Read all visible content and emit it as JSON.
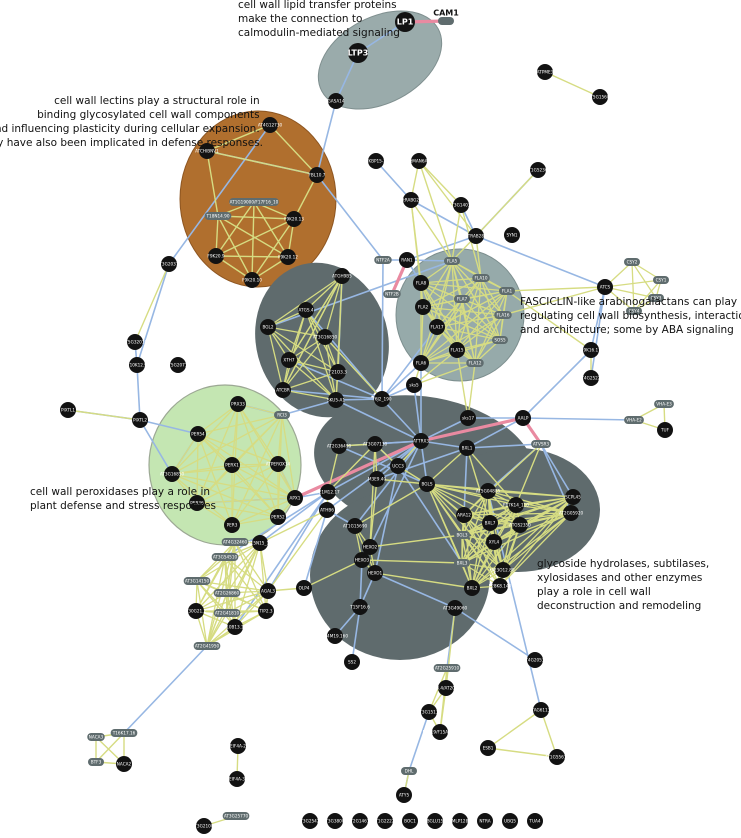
{
  "annotations": {
    "a1": [
      "cell wall lipid transfer proteins",
      "make the connection to",
      "calmodulin-mediated signaling"
    ],
    "a2": [
      "cell wall lectins play a structural role in",
      "binding glycosylated cell wall components",
      "and influencing plasticity during cellular expansion.",
      "They have also been implicated in defense responses."
    ],
    "a3": [
      "FASCICLIN-like arabinogalactans can play a role in",
      "regulating cell wall biosynthesis, interactions",
      "and architecture;  some by ABA signaling"
    ],
    "a4": [
      "cell wall peroxidases play a role in",
      "plant defense and stress responses"
    ],
    "a5": [
      "glycoside hydrolases, subtilases,",
      "xylosidases and other enzymes",
      "play a role in cell wall",
      "deconstruction and remodeling"
    ]
  },
  "nodes": [
    {
      "id": "LP1",
      "label": "LP1"
    },
    {
      "id": "CAM1",
      "label": "CAM1"
    },
    {
      "id": "LTP3",
      "label": "LTP3"
    },
    {
      "id": "GASA14",
      "label": "GASA14"
    },
    {
      "id": "ATPME3",
      "label": "ATPME3"
    },
    {
      "id": "AT5G15600",
      "label": "AT5G15600"
    },
    {
      "id": "AT4G12730",
      "label": "AT4G12730"
    },
    {
      "id": "ATCHIBNV1",
      "label": "ATCHIBNV1"
    },
    {
      "id": "FBL10.7",
      "label": "FBL10.7"
    },
    {
      "id": "AT1G19000",
      "label": "AT1G19000/F17F16_10"
    },
    {
      "id": "T18N14.90",
      "label": "T18N14.90"
    },
    {
      "id": "F9K20.13",
      "label": "F9K20.13"
    },
    {
      "id": "F9K20.9",
      "label": "F9K20.9"
    },
    {
      "id": "F9K20.12",
      "label": "F9K20.12"
    },
    {
      "id": "F9K20.10",
      "label": "F9K20.10"
    },
    {
      "id": "FKBP15-2",
      "label": "FKBP15-2"
    },
    {
      "id": "AtMAN6A4",
      "label": "AtMAN6A4"
    },
    {
      "id": "AT1G52360",
      "label": "AT1G52360"
    },
    {
      "id": "AtRABG2E",
      "label": "AtRABG2E"
    },
    {
      "id": "AT3G14030",
      "label": "AT3G14030"
    },
    {
      "id": "SYN1",
      "label": "SYN1"
    },
    {
      "id": "ATRAB28B",
      "label": "ATRAB28B"
    },
    {
      "id": "CSY2",
      "label": "CSY2"
    },
    {
      "id": "CSY1",
      "label": "CSY1"
    },
    {
      "id": "CSY3",
      "label": "CSY3"
    },
    {
      "id": "CSY4",
      "label": "CSY4"
    },
    {
      "id": "ATCS",
      "label": "ATCS"
    },
    {
      "id": "AT3G20370",
      "label": "AT3G20370"
    },
    {
      "id": "NTF2A",
      "label": "NTF2A"
    },
    {
      "id": "RAN1",
      "label": "RAN1"
    },
    {
      "id": "NTF2B",
      "label": "NTF2B"
    },
    {
      "id": "FLA5",
      "label": "FLA5"
    },
    {
      "id": "FLA10",
      "label": "FLA10"
    },
    {
      "id": "FLA8",
      "label": "FLA8"
    },
    {
      "id": "FLA2",
      "label": "FLA2"
    },
    {
      "id": "FLA7",
      "label": "FLA7"
    },
    {
      "id": "FLA1",
      "label": "FLA1"
    },
    {
      "id": "FLA17",
      "label": "FLA17"
    },
    {
      "id": "FLA16",
      "label": "FLA16"
    },
    {
      "id": "SOS5",
      "label": "SOS5"
    },
    {
      "id": "FLA15",
      "label": "FLA15"
    },
    {
      "id": "FLA6",
      "label": "FLA6"
    },
    {
      "id": "FLA12",
      "label": "FLA12"
    },
    {
      "id": "T19K16.17A",
      "label": "T19K16.17A"
    },
    {
      "id": "AT4G25220",
      "label": "AT4G25220"
    },
    {
      "id": "ATGH9B5",
      "label": "ATGH9B5"
    },
    {
      "id": "BGL2",
      "label": "BGL2"
    },
    {
      "id": "ATGS.4",
      "label": "ATGS.4"
    },
    {
      "id": "AT3G16850",
      "label": "AT3G16850"
    },
    {
      "id": "XTH7",
      "label": "XTH7"
    },
    {
      "id": "F21O3.3",
      "label": "F21O3.3"
    },
    {
      "id": "ATCBR",
      "label": "ATCBR"
    },
    {
      "id": "SKU5-A1",
      "label": "SKU5-A1"
    },
    {
      "id": "F6J2_190",
      "label": "F6J2_190"
    },
    {
      "id": "sks5",
      "label": "sks5"
    },
    {
      "id": "AT5G20710",
      "label": "AT5G20710"
    },
    {
      "id": "PIXTL1",
      "label": "PIXTL1"
    },
    {
      "id": "PIXTL2",
      "label": "PIXTL2"
    },
    {
      "id": "PRX33",
      "label": "PRX33"
    },
    {
      "id": "RCI3",
      "label": "RCI3"
    },
    {
      "id": "PER54",
      "label": "PER54"
    },
    {
      "id": "AT3G16850b",
      "label": "AT3G16850"
    },
    {
      "id": "PERX1",
      "label": "PERX1"
    },
    {
      "id": "ATPEROX34",
      "label": "ATPEROX34"
    },
    {
      "id": "APX1",
      "label": "APX1"
    },
    {
      "id": "PER36",
      "label": "PER36"
    },
    {
      "id": "PER3",
      "label": "PER3"
    },
    {
      "id": "PER52",
      "label": "PER52"
    },
    {
      "id": "ATTRX3",
      "label": "ATTRX3"
    },
    {
      "id": "AT2G36490",
      "label": "AT2G36490"
    },
    {
      "id": "AT3G07130",
      "label": "AT3G07130"
    },
    {
      "id": "sks17",
      "label": "sks17"
    },
    {
      "id": "AALP",
      "label": "AALP"
    },
    {
      "id": "ATVSR3",
      "label": "ATVSR3"
    },
    {
      "id": "VHA-E2",
      "label": "VHA-E2"
    },
    {
      "id": "VHA-E3",
      "label": "VHA-E3"
    },
    {
      "id": "TUF",
      "label": "TUF"
    },
    {
      "id": "BXL1",
      "label": "BXL1"
    },
    {
      "id": "M3E9.40",
      "label": "M3E9.40"
    },
    {
      "id": "UCC3",
      "label": "UCC3"
    },
    {
      "id": "F21M12.17",
      "label": "F21M12.17"
    },
    {
      "id": "BGLS",
      "label": "BGLS"
    },
    {
      "id": "AT5G04885",
      "label": "AT5G04885"
    },
    {
      "id": "F17K14_110",
      "label": "F17K14_110"
    },
    {
      "id": "SCPL45",
      "label": "SCPL45"
    },
    {
      "id": "ATHB6",
      "label": "ATHB6"
    },
    {
      "id": "ARA12",
      "label": "ARA12"
    },
    {
      "id": "BXL7",
      "label": "BXL7"
    },
    {
      "id": "ATGS2350",
      "label": "ATGS2350"
    },
    {
      "id": "AT2G05920",
      "label": "AT2G05920"
    },
    {
      "id": "BGL3",
      "label": "BGL3"
    },
    {
      "id": "XYL4",
      "label": "XYL4"
    },
    {
      "id": "BXL3",
      "label": "BXL3"
    },
    {
      "id": "F23O12.80",
      "label": "F23O12.80"
    },
    {
      "id": "F28K8.140",
      "label": "F28K8.140"
    },
    {
      "id": "BXL2",
      "label": "BXL2"
    },
    {
      "id": "AT1G15690",
      "label": "AT1G15690"
    },
    {
      "id": "HEXO2",
      "label": "HEXO2"
    },
    {
      "id": "HEXO3",
      "label": "HEXO3"
    },
    {
      "id": "HEXO1",
      "label": "HEXO1"
    },
    {
      "id": "T15F16.6",
      "label": "T15F16.6"
    },
    {
      "id": "F14M19.160",
      "label": "F14M19.160"
    },
    {
      "id": "SS2",
      "label": "SS2"
    },
    {
      "id": "AT3G49060",
      "label": "AT3G49060"
    },
    {
      "id": "AT4G20530",
      "label": "AT4G20530"
    },
    {
      "id": "AT2G25910",
      "label": "AT2G25910"
    },
    {
      "id": "F15A23.4",
      "label": "F15A23.4/AT2G15230"
    },
    {
      "id": "AT3G15130",
      "label": "AT3G15130"
    },
    {
      "id": "F1N19",
      "label": "F1N19/F15A23.8"
    },
    {
      "id": "ATAG61130",
      "label": "ATAG61130"
    },
    {
      "id": "ESB1",
      "label": "ESB1"
    },
    {
      "id": "AT1G55610",
      "label": "AT1G55610"
    },
    {
      "id": "AT5G32010",
      "label": "AT5G32010"
    },
    {
      "id": "T10K12.9",
      "label": "T10K12.9"
    },
    {
      "id": "AT4G32460",
      "label": "AT4G32460"
    },
    {
      "id": "T15N15_10",
      "label": "T15N15_10"
    },
    {
      "id": "AT3G54510",
      "label": "AT3G54510"
    },
    {
      "id": "AT3G14150",
      "label": "AT3G14150"
    },
    {
      "id": "AT2G26860",
      "label": "AT2G26860"
    },
    {
      "id": "T30G21.2",
      "label": "T30G21.2"
    },
    {
      "id": "AT2G41810",
      "label": "AT2G41810"
    },
    {
      "id": "AT2G41950",
      "label": "AT2G41950"
    },
    {
      "id": "TIP2.3",
      "label": "TIP2.3"
    },
    {
      "id": "T10B13.10",
      "label": "T10B13.10"
    },
    {
      "id": "AGAL3",
      "label": "AGAL3"
    },
    {
      "id": "OLP4",
      "label": "OLP4"
    },
    {
      "id": "NACA3",
      "label": "NACA3"
    },
    {
      "id": "T16K17.16",
      "label": "T16K17.16"
    },
    {
      "id": "BTF3",
      "label": "BTF3"
    },
    {
      "id": "NACA2",
      "label": "NACA2"
    },
    {
      "id": "EIF4A-2",
      "label": "EIF4A-2"
    },
    {
      "id": "EIF4A-3",
      "label": "EIF4A-3"
    },
    {
      "id": "DHL",
      "label": "DHL"
    },
    {
      "id": "ATY5",
      "label": "ATY5"
    },
    {
      "id": "AT3G25770",
      "label": "AT3G25770"
    },
    {
      "id": "AT3G21000",
      "label": "AT3G21000"
    },
    {
      "id": "S1",
      "label": "AT3G25420"
    },
    {
      "id": "S2",
      "label": "AT3G38000"
    },
    {
      "id": "S3",
      "label": "AT2G14610"
    },
    {
      "id": "S4",
      "label": "AT1G22220"
    },
    {
      "id": "S5",
      "label": "BOC1"
    },
    {
      "id": "S6",
      "label": "BGLU15"
    },
    {
      "id": "S7",
      "label": "MLP128"
    },
    {
      "id": "S8",
      "label": "NTRA"
    },
    {
      "id": "S9",
      "label": "UBQ5"
    },
    {
      "id": "S10",
      "label": "TUA4"
    }
  ],
  "colors": {
    "node_dark": "#121212",
    "node_gray": "#5f6c6e",
    "edge_blue": "#97b7e3",
    "edge_yellow": "#d6dc82",
    "edge_pink": "#e98aa1",
    "hull_lipid": "#9aabab",
    "hull_lectin": "#b06f2e",
    "hull_fla": "#96aaaa",
    "hull_perox": "#c4e6b2",
    "hull_enzyme": "#5f6b6d"
  }
}
